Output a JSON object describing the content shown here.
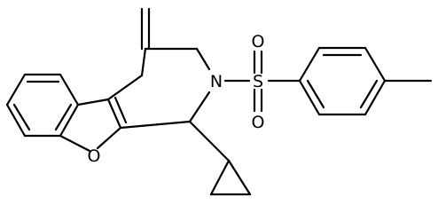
{
  "molecule": {
    "atoms": {
      "oxygen_ring": "O",
      "nitrogen": "N",
      "sulfur": "S",
      "oxygen_sulfonyl_top": "O",
      "oxygen_sulfonyl_bottom": "O"
    }
  },
  "colors": {
    "bond": "#000000",
    "background": "#ffffff"
  }
}
